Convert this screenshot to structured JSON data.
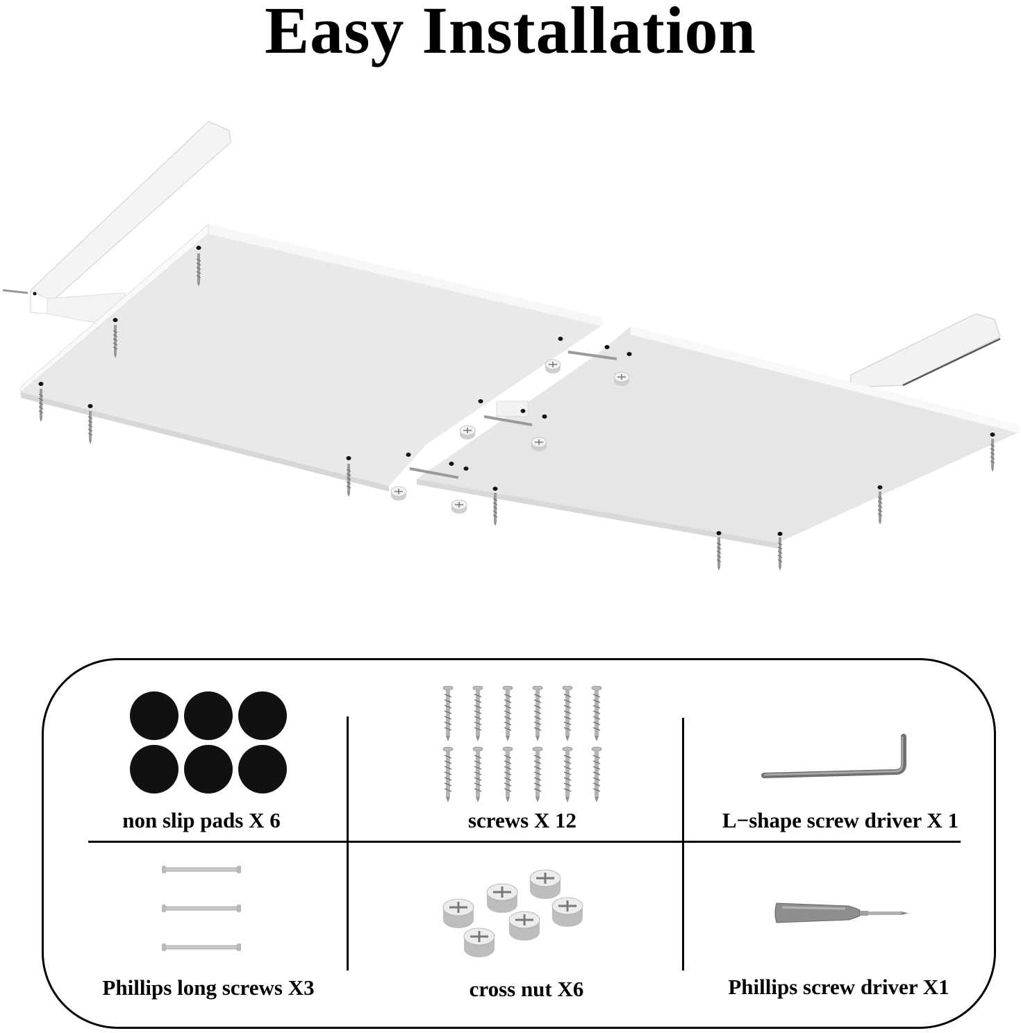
{
  "title": "Easy Installation",
  "parts": [
    {
      "label": "non slip pads X 6",
      "icon": "non-slip-pad-icon"
    },
    {
      "label": "screws X 12",
      "icon": "wood-screw-icon"
    },
    {
      "label": "L−shape screw driver X 1",
      "icon": "allen-key-icon"
    },
    {
      "label": "Phillips long screws X3",
      "icon": "long-screw-icon"
    },
    {
      "label": "cross nut X6",
      "icon": "cross-nut-icon"
    },
    {
      "label": "Phillips screw driver X1",
      "icon": "screwdriver-icon"
    }
  ],
  "colors": {
    "board": "#e9e9e9",
    "board_edge": "#f6f6f6",
    "pad": "#111111",
    "metal": "#9a9a9a"
  }
}
